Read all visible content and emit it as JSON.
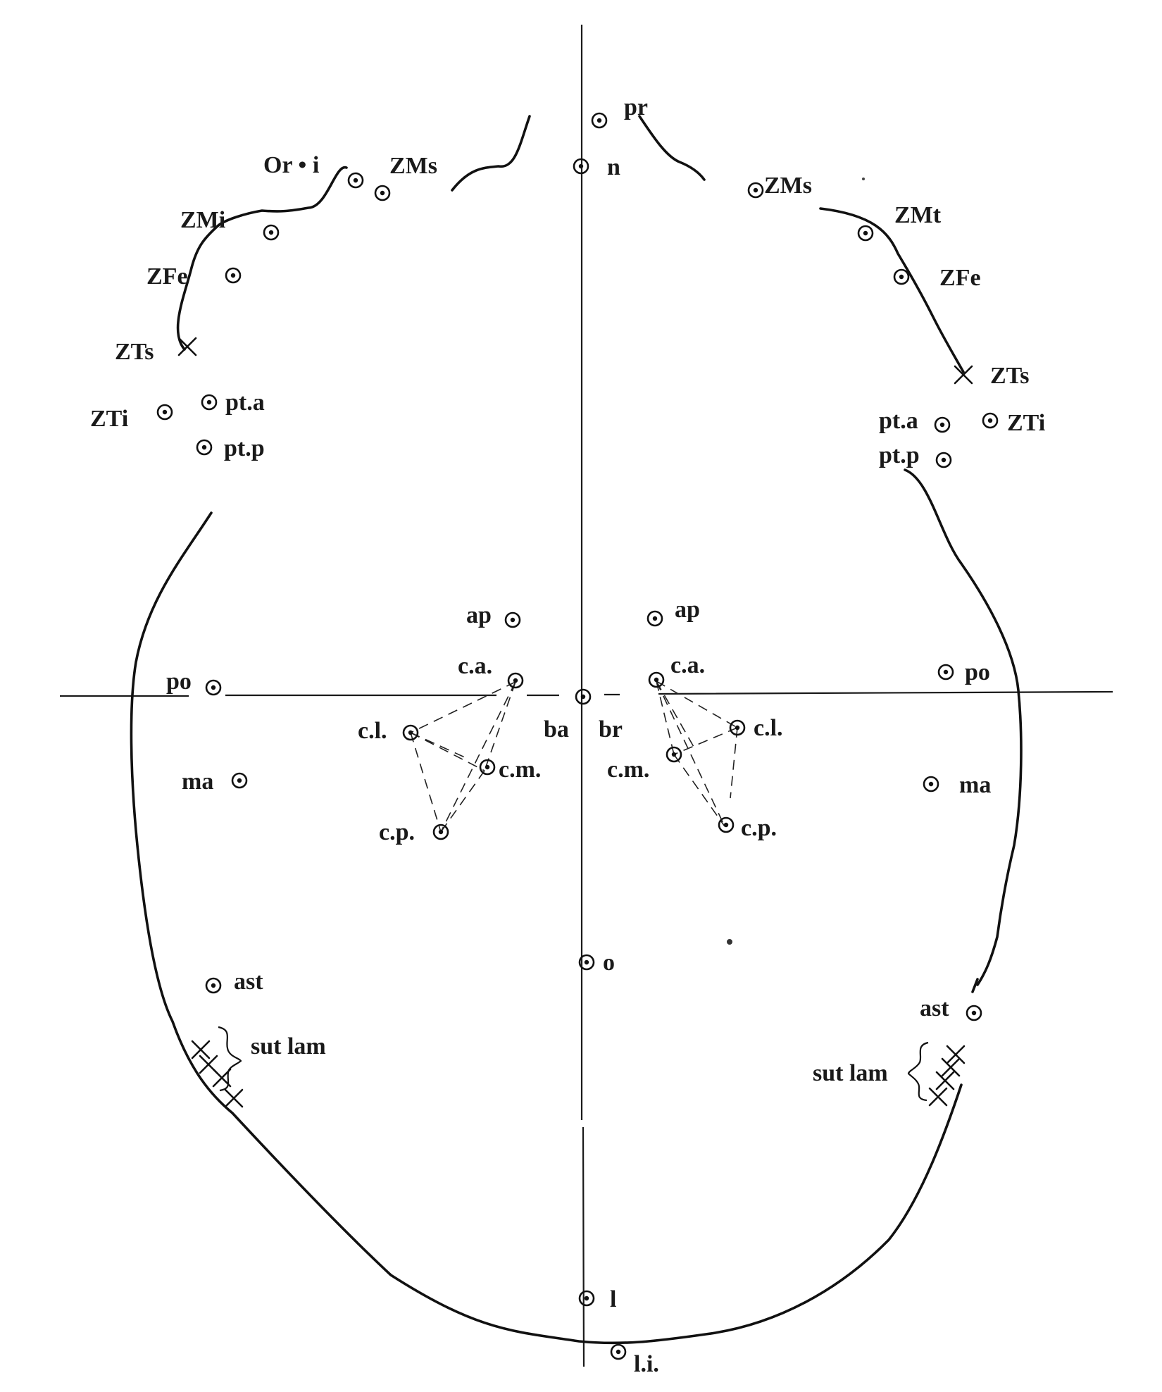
{
  "diagram": {
    "labels": {
      "pr": "pr",
      "n": "n",
      "or_i": "Or • i",
      "zms_left": "ZMs",
      "zmi": "ZMi",
      "zfe_left": "ZFe",
      "zts_left": "ZTs",
      "zti_left": "ZTi",
      "pta_left": "pt.a",
      "ptp_left": "pt.p",
      "zms_right": "ZMs",
      "zmt": "ZMt",
      "zfe_right": "ZFe",
      "zts_right": "ZTs",
      "pta_right": "pt.a",
      "zti_right": "ZTi",
      "ptp_right": "pt.p",
      "ap_left": "ap",
      "ap_right": "ap",
      "ca_left": "c.a.",
      "ca_right": "c.a.",
      "po_left": "po",
      "po_right": "po",
      "ba": "ba",
      "br": "br",
      "cl_left": "c.l.",
      "cl_right": "c.l.",
      "cm_left": "c.m.",
      "cm_right": "c.m.",
      "ma_left": "ma",
      "ma_right": "ma",
      "cp_left": "c.p.",
      "cp_right": "c.p.",
      "o": "o",
      "ast_left": "ast",
      "ast_right": "ast",
      "sut_lam_left": "sut lam",
      "sut_lam_right": "sut lam",
      "l": "l",
      "li": "l.i."
    }
  }
}
